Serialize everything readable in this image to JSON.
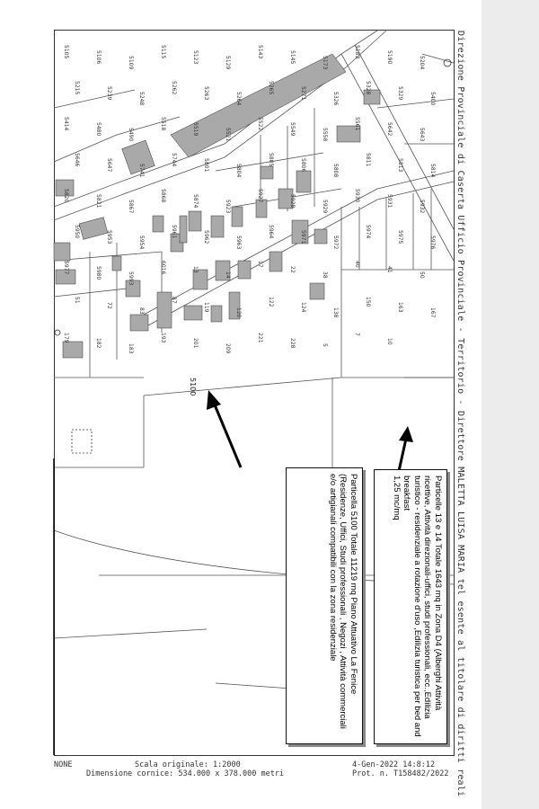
{
  "header": {
    "text": "Direzione Provinciale di Caserta Ufficio Provinciale - Territorio - Direttore MALETTA LUISA MARIA tel esente al titolare di diritti reali"
  },
  "map": {
    "parcel_labels": [
      "5100",
      "5105",
      "5106",
      "5109",
      "5115",
      "5123",
      "5129",
      "5143",
      "5145",
      "5173",
      "5183",
      "5190",
      "5204",
      "5215",
      "5239",
      "5248",
      "5262",
      "5263",
      "5264",
      "5265",
      "5271",
      "5326",
      "5328",
      "5329",
      "5400",
      "5414",
      "5480",
      "5490",
      "5518",
      "5519",
      "5521",
      "5522",
      "5549",
      "5558",
      "5561",
      "5642",
      "5643",
      "5646",
      "5647",
      "5741",
      "5744",
      "5801",
      "5804",
      "5805",
      "5806",
      "5808",
      "5811",
      "5813",
      "5814",
      "5820",
      "5821",
      "5867",
      "5868",
      "5874",
      "5923",
      "5927",
      "5928",
      "5929",
      "5930",
      "5931",
      "5932",
      "5950",
      "5953",
      "5954",
      "5961",
      "5962",
      "5963",
      "5964",
      "5971",
      "5972",
      "5974",
      "5975",
      "5976",
      "5977",
      "5980",
      "5993",
      "6016",
      "13",
      "14",
      "17",
      "22",
      "38",
      "40",
      "41",
      "50",
      "51",
      "72",
      "83",
      "87",
      "119",
      "120",
      "122",
      "124",
      "138",
      "150",
      "163",
      "167",
      "179",
      "182",
      "183",
      "193",
      "201",
      "209",
      "221",
      "228",
      "5",
      "7",
      "10"
    ],
    "main_parcel": "5100",
    "small_labels": [
      "13",
      "14",
      "10",
      "7",
      "5"
    ]
  },
  "callouts": [
    {
      "id": "a",
      "text": "Particelle 13 e 14 Totale 1643 mq in Zona D4 (Alberghi Attività ricettive, Attività direzionali-uffici, studi professionali, ecc.,Edilizia turistico - residenziale a rotazione d'uso ,Edilizia turistica per bed and breakfast\n1,25 mc/mq"
    },
    {
      "id": "b",
      "text": "Particella 5100 Totale 11219 mq Piano Attuativo La Fenice (Residenze, Uffici, Studi professionali , Negozi , Attività commerciali e/o artigianali compatibili con la zona residenziale"
    }
  ],
  "footer": {
    "left": "NONE",
    "scale": "Scala originale: 1:2000",
    "frame": "Dimensione cornice: 534.000 x 378.000 metri",
    "date": "4-Gen-2022 14:8:12",
    "prot": "Prot. n. T158482/2022"
  },
  "colors": {
    "building": "#a9a9a9",
    "line": "#444444",
    "arrow": "#000000"
  }
}
